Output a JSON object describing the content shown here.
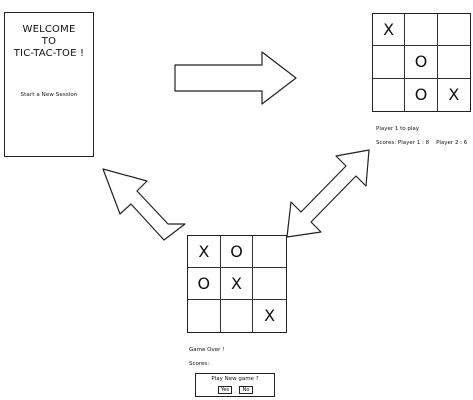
{
  "welcome_screen": {
    "title": "WELCOME\nTO\nTIC-TAC-TOE !",
    "start_link": "Start a New Session"
  },
  "game_screen": {
    "board": [
      [
        "X",
        "",
        ""
      ],
      [
        "",
        "O",
        ""
      ],
      [
        "",
        "O",
        "X"
      ]
    ],
    "status": "Player 1 to play",
    "scores_text": "Scores: Player 1 : 8    Player 2 : 6"
  },
  "game_over_screen": {
    "board": [
      [
        "X",
        "O",
        ""
      ],
      [
        "O",
        "X",
        ""
      ],
      [
        "",
        "",
        "X"
      ]
    ],
    "status": "Game Over !",
    "scores_label": "Scores:",
    "dialog": {
      "title": "Play New game ?",
      "yes_label": "Yes",
      "no_label": "No"
    }
  }
}
